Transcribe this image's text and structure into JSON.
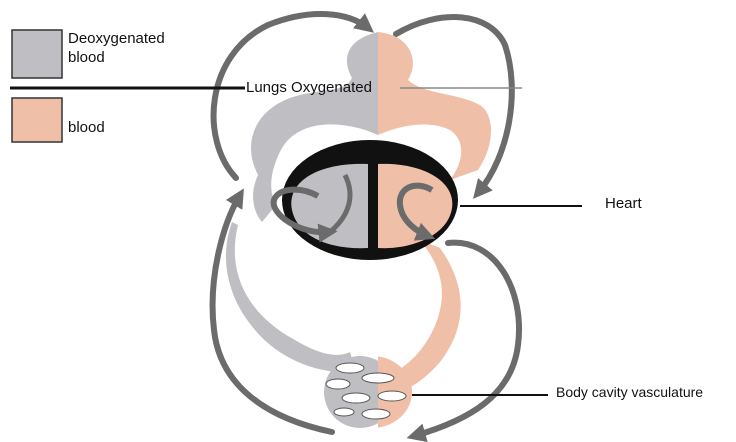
{
  "legend": {
    "deoxy_line1": "Deoxygenated",
    "deoxy_line2": "blood",
    "oxy_label": "blood",
    "deoxy_color": "#bfbfc3",
    "oxy_color": "#efbfa8"
  },
  "labels": {
    "lungs": "Lungs Oxygenated",
    "heart": "Heart",
    "body": "Body cavity vasculature"
  },
  "colors": {
    "deoxygenated": "#bfbfc3",
    "oxygenated": "#efbfa8",
    "arrow": "#6b6b6b",
    "heart_wall": "#111111"
  }
}
